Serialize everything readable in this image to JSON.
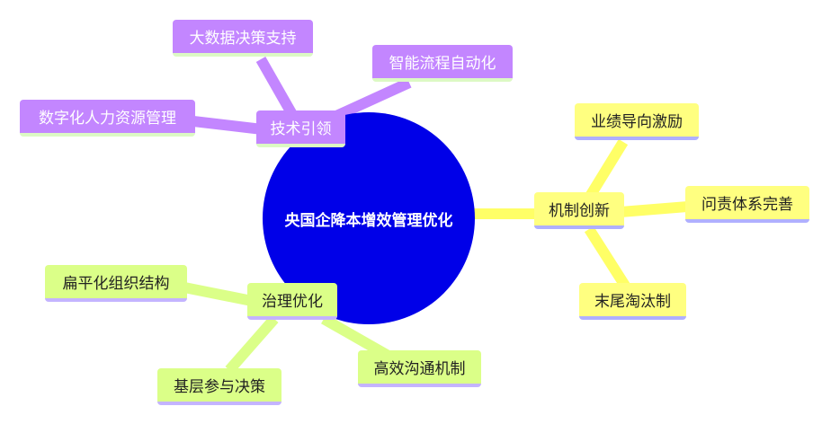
{
  "center": {
    "label": "央国企降本增效管理优化",
    "color": "#0000e8"
  },
  "branches": [
    {
      "label": "技术引领",
      "color": "#c386ff",
      "children": [
        "大数据决策支持",
        "智能流程自动化",
        "数字化人力资源管理"
      ]
    },
    {
      "label": "机制创新",
      "color": "#ffff80",
      "children": [
        "业绩导向激励",
        "问责体系完善",
        "末尾淘汰制"
      ]
    },
    {
      "label": "治理优化",
      "color": "#dbff88",
      "children": [
        "扁平化组织结构",
        "基层参与决策",
        "高效沟通机制"
      ]
    }
  ]
}
